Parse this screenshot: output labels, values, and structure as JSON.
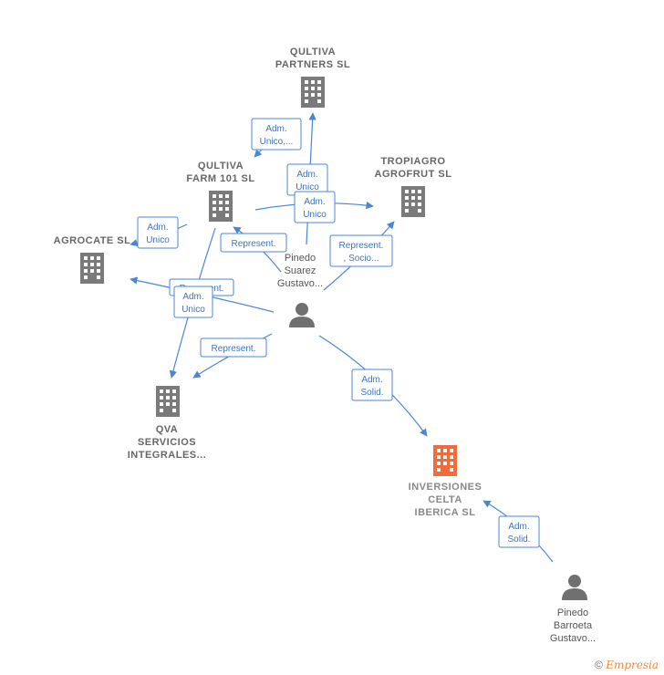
{
  "companies": [
    {
      "id": "qultiva-partners",
      "lines": [
        "QULTIVA",
        "PARTNERS  SL"
      ],
      "highlight": false
    },
    {
      "id": "qultiva-farm",
      "lines": [
        "QULTIVA",
        "FARM 101  SL"
      ],
      "highlight": false
    },
    {
      "id": "tropiagro",
      "lines": [
        "TROPIAGRO",
        "AGROFRUT  SL"
      ],
      "highlight": false
    },
    {
      "id": "agrocate",
      "lines": [
        "AGROCATE  SL"
      ],
      "highlight": false
    },
    {
      "id": "qva",
      "lines": [
        "QVA",
        "SERVICIOS",
        "INTEGRALES..."
      ],
      "highlight": false
    },
    {
      "id": "inversiones",
      "lines": [
        "INVERSIONES",
        "CELTA",
        "IBERICA  SL"
      ],
      "highlight": true
    }
  ],
  "persons": [
    {
      "id": "pinedo-suarez",
      "lines": [
        "Pinedo",
        "Suarez",
        "Gustavo..."
      ]
    },
    {
      "id": "pinedo-barroeta",
      "lines": [
        "Pinedo",
        "Barroeta",
        "Gustavo..."
      ]
    }
  ],
  "edge_labels": [
    {
      "id": "t1",
      "lines": [
        "Adm.",
        "Unico,..."
      ]
    },
    {
      "id": "t2",
      "lines": [
        "Adm.",
        "Unico"
      ]
    },
    {
      "id": "t3",
      "lines": [
        "Adm.",
        "Unico"
      ]
    },
    {
      "id": "t4",
      "lines": [
        "Adm.",
        "Unico"
      ]
    },
    {
      "id": "t5",
      "lines": [
        "Represent."
      ]
    },
    {
      "id": "t6",
      "lines": [
        "Represent.",
        ", Socio..."
      ]
    },
    {
      "id": "t7",
      "lines": [
        "Represent."
      ]
    },
    {
      "id": "t8",
      "lines": [
        "Adm.",
        "Unico"
      ]
    },
    {
      "id": "t9",
      "lines": [
        "Represent."
      ]
    },
    {
      "id": "t10",
      "lines": [
        "Adm.",
        "Solid."
      ]
    },
    {
      "id": "t11",
      "lines": [
        "Adm.",
        "Solid."
      ]
    }
  ],
  "colors": {
    "edge": "#4a86d8",
    "building": "#7a7a7a",
    "building_highlight": "#f26b3a",
    "person": "#707070"
  },
  "footer": {
    "copyright": "©",
    "brand": "Empresia"
  }
}
